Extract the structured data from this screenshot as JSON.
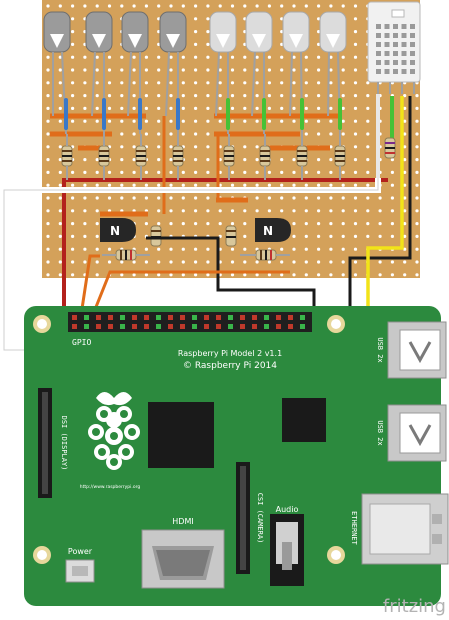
{
  "board": {
    "model": "Raspberry Pi Model 2 v1.1",
    "copyright": "© Raspberry Pi 2014",
    "url": "http://www.raspberrypi.org",
    "gpio_label": "GPIO",
    "usb_label_1": "USB 2x",
    "usb_label_2": "USB 2x",
    "dsi_label": "DSI (DISPLAY)",
    "csi_label": "CSI (CAMERA)",
    "audio_label": "Audio",
    "ethernet_label": "ETHERNET",
    "hdmi_label": "HDMI",
    "power_label": "Power"
  },
  "transistors": {
    "symbol": "N",
    "count": 2
  },
  "leds": {
    "count": 8
  },
  "brand": "fritzing",
  "colors": {
    "board_green": "#2c8a3e",
    "stripboard": "#d4a15a",
    "wire_red": "#b3211c",
    "wire_orange": "#e06d1a",
    "wire_yellow": "#f2e318",
    "wire_black": "#1a1a1a",
    "wire_white": "#e6e6e6",
    "wire_blue": "#3a78c8",
    "wire_green": "#46c136"
  }
}
